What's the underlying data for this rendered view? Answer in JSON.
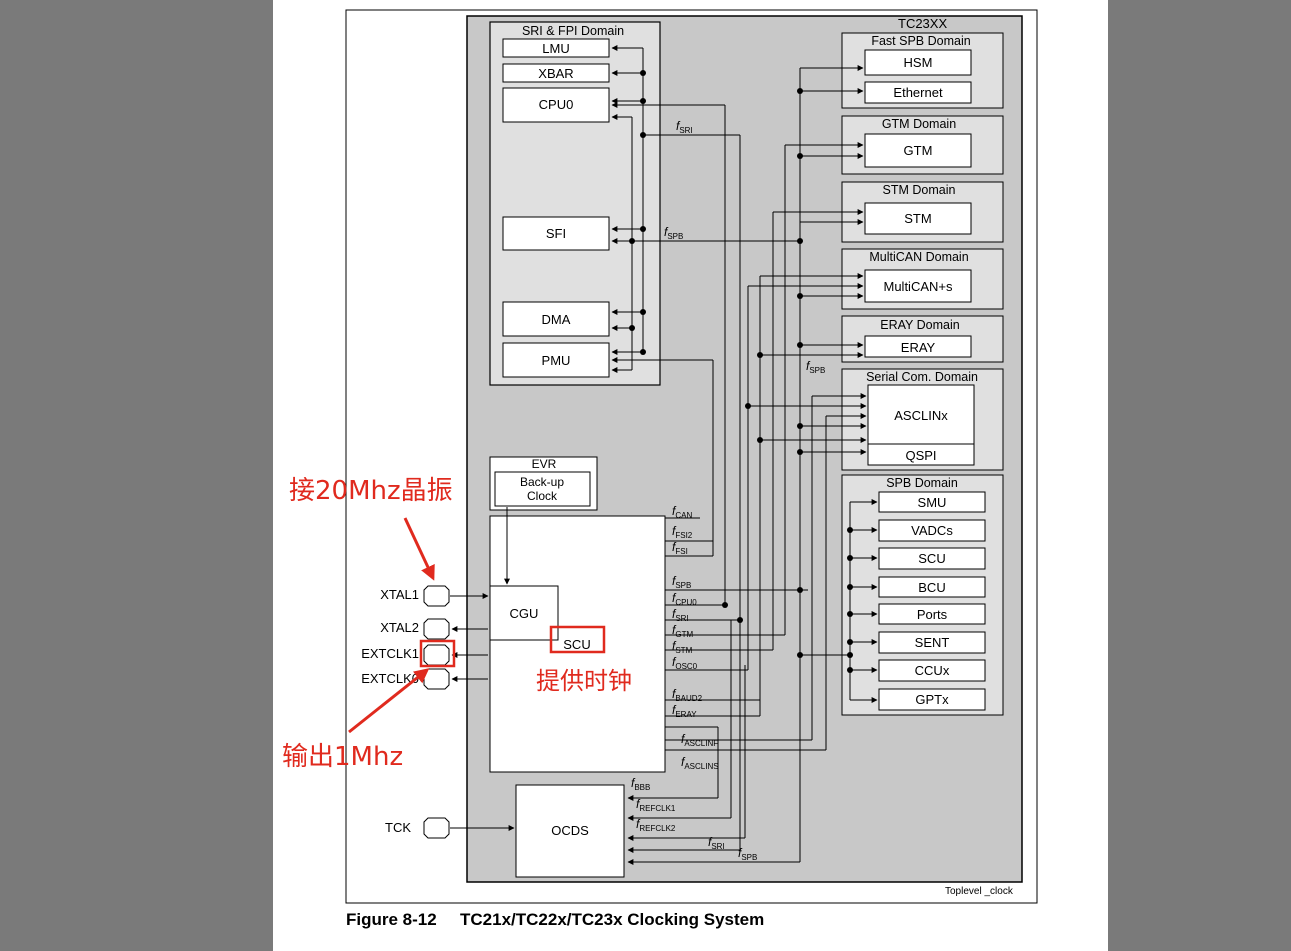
{
  "chip": "TC23XX",
  "footer_tag": "Toplevel _clock",
  "caption": {
    "number": "Figure 8-12",
    "title": "TC21x/TC22x/TC23x Clocking System"
  },
  "sri_domain": {
    "title": "SRI & FPI Domain",
    "blocks": [
      "LMU",
      "XBAR",
      "CPU0",
      "SFI",
      "DMA",
      "PMU"
    ]
  },
  "domains": {
    "fast_spb": {
      "title": "Fast SPB Domain",
      "blocks": [
        "HSM",
        "Ethernet"
      ]
    },
    "gtm": {
      "title": "GTM Domain",
      "blocks": [
        "GTM"
      ]
    },
    "stm": {
      "title": "STM Domain",
      "blocks": [
        "STM"
      ]
    },
    "multican": {
      "title": "MultiCAN Domain",
      "blocks": [
        "MultiCAN+s"
      ]
    },
    "eray": {
      "title": "ERAY Domain",
      "blocks": [
        "ERAY"
      ]
    },
    "serial": {
      "title": "Serial Com. Domain",
      "blocks": [
        "ASCLINx",
        "QSPI"
      ]
    },
    "spb": {
      "title": "SPB Domain",
      "blocks": [
        "SMU",
        "VADCs",
        "SCU",
        "BCU",
        "Ports",
        "SENT",
        "CCUx",
        "GPTx"
      ]
    }
  },
  "evr": {
    "title": "EVR",
    "backup": [
      "Back-up",
      "Clock"
    ]
  },
  "cgu": "CGU",
  "scu": "SCU",
  "ocds": "OCDS",
  "pins": {
    "xtal1": "XTAL1",
    "xtal2": "XTAL2",
    "extclk1": "EXTCLK1",
    "extclk0": "EXTCLK0",
    "tck": "TCK"
  },
  "clock_signals": {
    "f_sri": {
      "main": "f",
      "sub": "SRI"
    },
    "f_spb": {
      "main": "f",
      "sub": "SPB"
    },
    "f_can": {
      "main": "f",
      "sub": "CAN"
    },
    "f_fsi2": {
      "main": "f",
      "sub": "FSI2"
    },
    "f_fsi": {
      "main": "f",
      "sub": "FSI"
    },
    "f_spb_out": {
      "main": "f",
      "sub": "SPB"
    },
    "f_cpu0": {
      "main": "f",
      "sub": "CPU0"
    },
    "f_sri_out": {
      "main": "f",
      "sub": "SRI"
    },
    "f_gtm": {
      "main": "f",
      "sub": "GTM"
    },
    "f_stm": {
      "main": "f",
      "sub": "STM"
    },
    "f_osc0": {
      "main": "f",
      "sub": "OSC0"
    },
    "f_baud2": {
      "main": "f",
      "sub": "BAUD2"
    },
    "f_eray": {
      "main": "f",
      "sub": "ERAY"
    },
    "f_asclinf": {
      "main": "f",
      "sub": "ASCLINF"
    },
    "f_asclins": {
      "main": "f",
      "sub": "ASCLINS"
    },
    "f_bbb": {
      "main": "f",
      "sub": "BBB"
    },
    "f_refclk1": {
      "main": "f",
      "sub": "REFCLK1"
    },
    "f_refclk2": {
      "main": "f",
      "sub": "REFCLK2"
    },
    "f_sri_ocds": {
      "main": "f",
      "sub": "SRI"
    },
    "f_spb_ocds": {
      "main": "f",
      "sub": "SPB"
    },
    "f_spb_mid": {
      "main": "f",
      "sub": "SPB"
    }
  },
  "annotations": {
    "crystal": "接20Mhz晶振",
    "provide_clock": "提供时钟",
    "output_1mhz": "输出1Mhz"
  },
  "colors": {
    "chip_fill": "#c8c8c8",
    "domain_fill": "#e0e0e0",
    "annotation": "#e02a1e"
  }
}
